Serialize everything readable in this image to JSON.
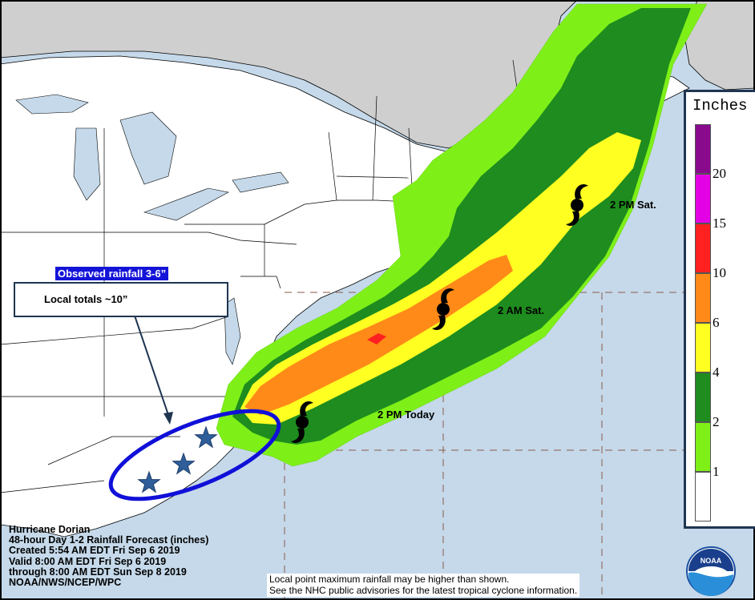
{
  "legend": {
    "title": "Inches",
    "levels": [
      {
        "label": "",
        "color": "#8a0a8e"
      },
      {
        "label": "20",
        "color": "#e400e4"
      },
      {
        "label": "15",
        "color": "#ff2020"
      },
      {
        "label": "10",
        "color": "#ff8a18"
      },
      {
        "label": "6",
        "color": "#ffff22"
      },
      {
        "label": "4",
        "color": "#1e8c1e"
      },
      {
        "label": "2",
        "color": "#7ef018"
      },
      {
        "label": "1",
        "color": "#ffffff"
      }
    ]
  },
  "storm_positions": [
    {
      "label": "2 PM Today"
    },
    {
      "label": "2 AM Sat."
    },
    {
      "label": "2 PM Sat."
    }
  ],
  "observed": {
    "title": "Observed rainfall 3-6”",
    "local": "Local totals ~10”"
  },
  "info": {
    "line1": "Hurricane Dorian",
    "line2": "48-hour Day 1-2 Rainfall Forecast (inches)",
    "line3": "Created 5:54 AM EDT Fri Sep 6 2019",
    "line4": "Valid 8:00 AM EDT Fri Sep 6 2019",
    "line5": "through 8:00 AM EDT Sun Sep 8 2019",
    "line6": "NOAA/NWS/NCEP/WPC"
  },
  "disclaimer": {
    "line1": "Local point maximum rainfall may be higher than shown.",
    "line2": "See the NHC public advisories for the latest tropical cyclone information."
  },
  "logo": {
    "text": "NOAA"
  }
}
